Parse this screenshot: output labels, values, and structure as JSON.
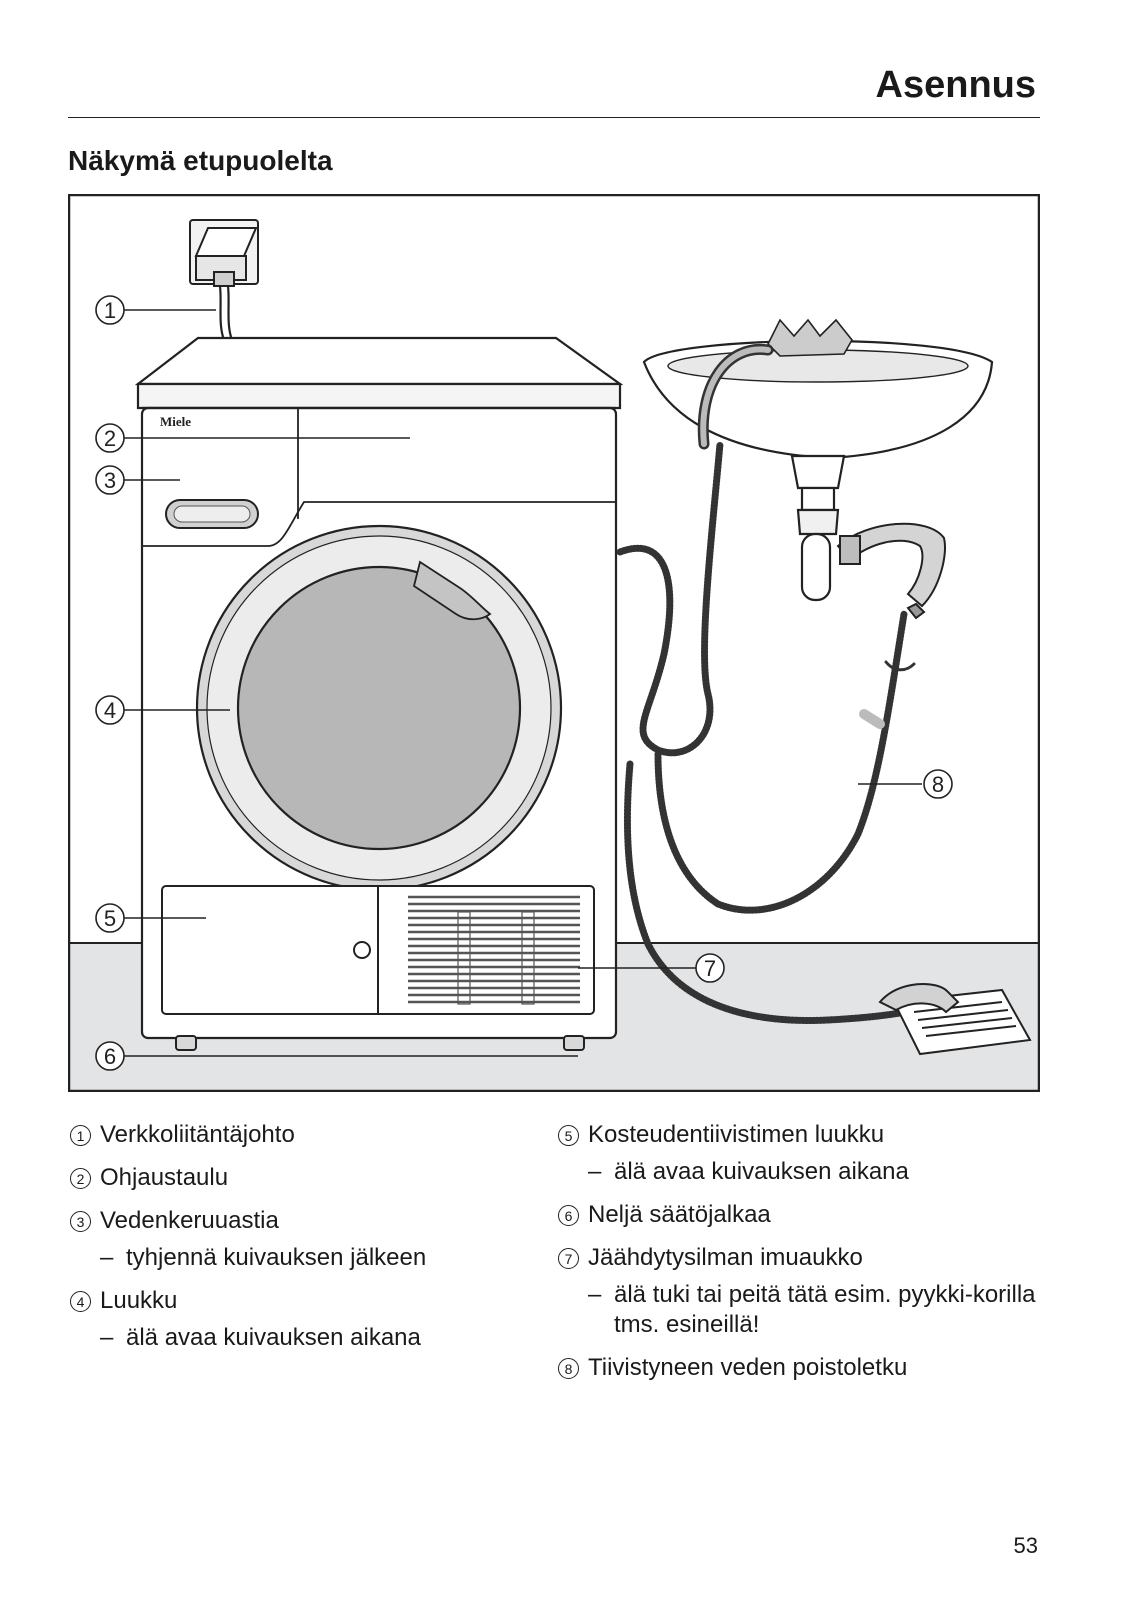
{
  "header": {
    "section_title": "Asennus",
    "page_heading": "Näkymä etupuolelta"
  },
  "figure": {
    "brand_logo": "Miele",
    "callouts": [
      "1",
      "2",
      "3",
      "4",
      "5",
      "6",
      "7",
      "8"
    ]
  },
  "legend": {
    "left": [
      {
        "num": "1",
        "label": "Verkkoliitäntäjohto",
        "note": ""
      },
      {
        "num": "2",
        "label": "Ohjaustaulu",
        "note": ""
      },
      {
        "num": "3",
        "label": "Vedenkeruuastia",
        "note": "tyhjennä kuivauksen jälkeen"
      },
      {
        "num": "4",
        "label": "Luukku",
        "note": "älä avaa kuivauksen aikana"
      }
    ],
    "right": [
      {
        "num": "5",
        "label": "Kosteudentiivistimen luukku",
        "note": "älä avaa kuivauksen aikana"
      },
      {
        "num": "6",
        "label": "Neljä säätöjalkaa",
        "note": ""
      },
      {
        "num": "7",
        "label": "Jäähdytysilman imuaukko",
        "note": "älä tuki tai peitä tätä esim. pyykki-korilla tms. esineillä!"
      },
      {
        "num": "8",
        "label": "Tiivistyneen veden poistoletku",
        "note": ""
      }
    ]
  },
  "footer": {
    "page_number": "53"
  }
}
